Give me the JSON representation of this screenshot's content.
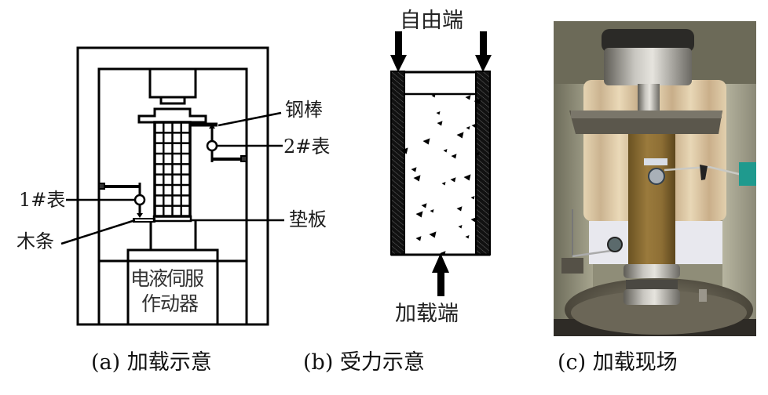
{
  "figure": {
    "panel_a": {
      "caption": "(a) 加载示意",
      "labels": {
        "steel_rod": "钢棒",
        "gauge_2": "2#表",
        "gauge_1": "1#表",
        "pad_plate": "垫板",
        "wood_strip": "木条",
        "actuator_line1": "电液伺服",
        "actuator_line2": "作动器"
      }
    },
    "panel_b": {
      "caption": "(b) 受力示意",
      "labels": {
        "free_end": "自由端",
        "loading_end": "加载端"
      }
    },
    "panel_c": {
      "caption": "(c) 加载现场",
      "photo_description": "Photograph of loading test setup: column specimen in compression machine with dial gauges"
    }
  },
  "colors": {
    "line": "#000000",
    "background": "#ffffff",
    "gauge_base_teal": "#1f9a8e"
  }
}
